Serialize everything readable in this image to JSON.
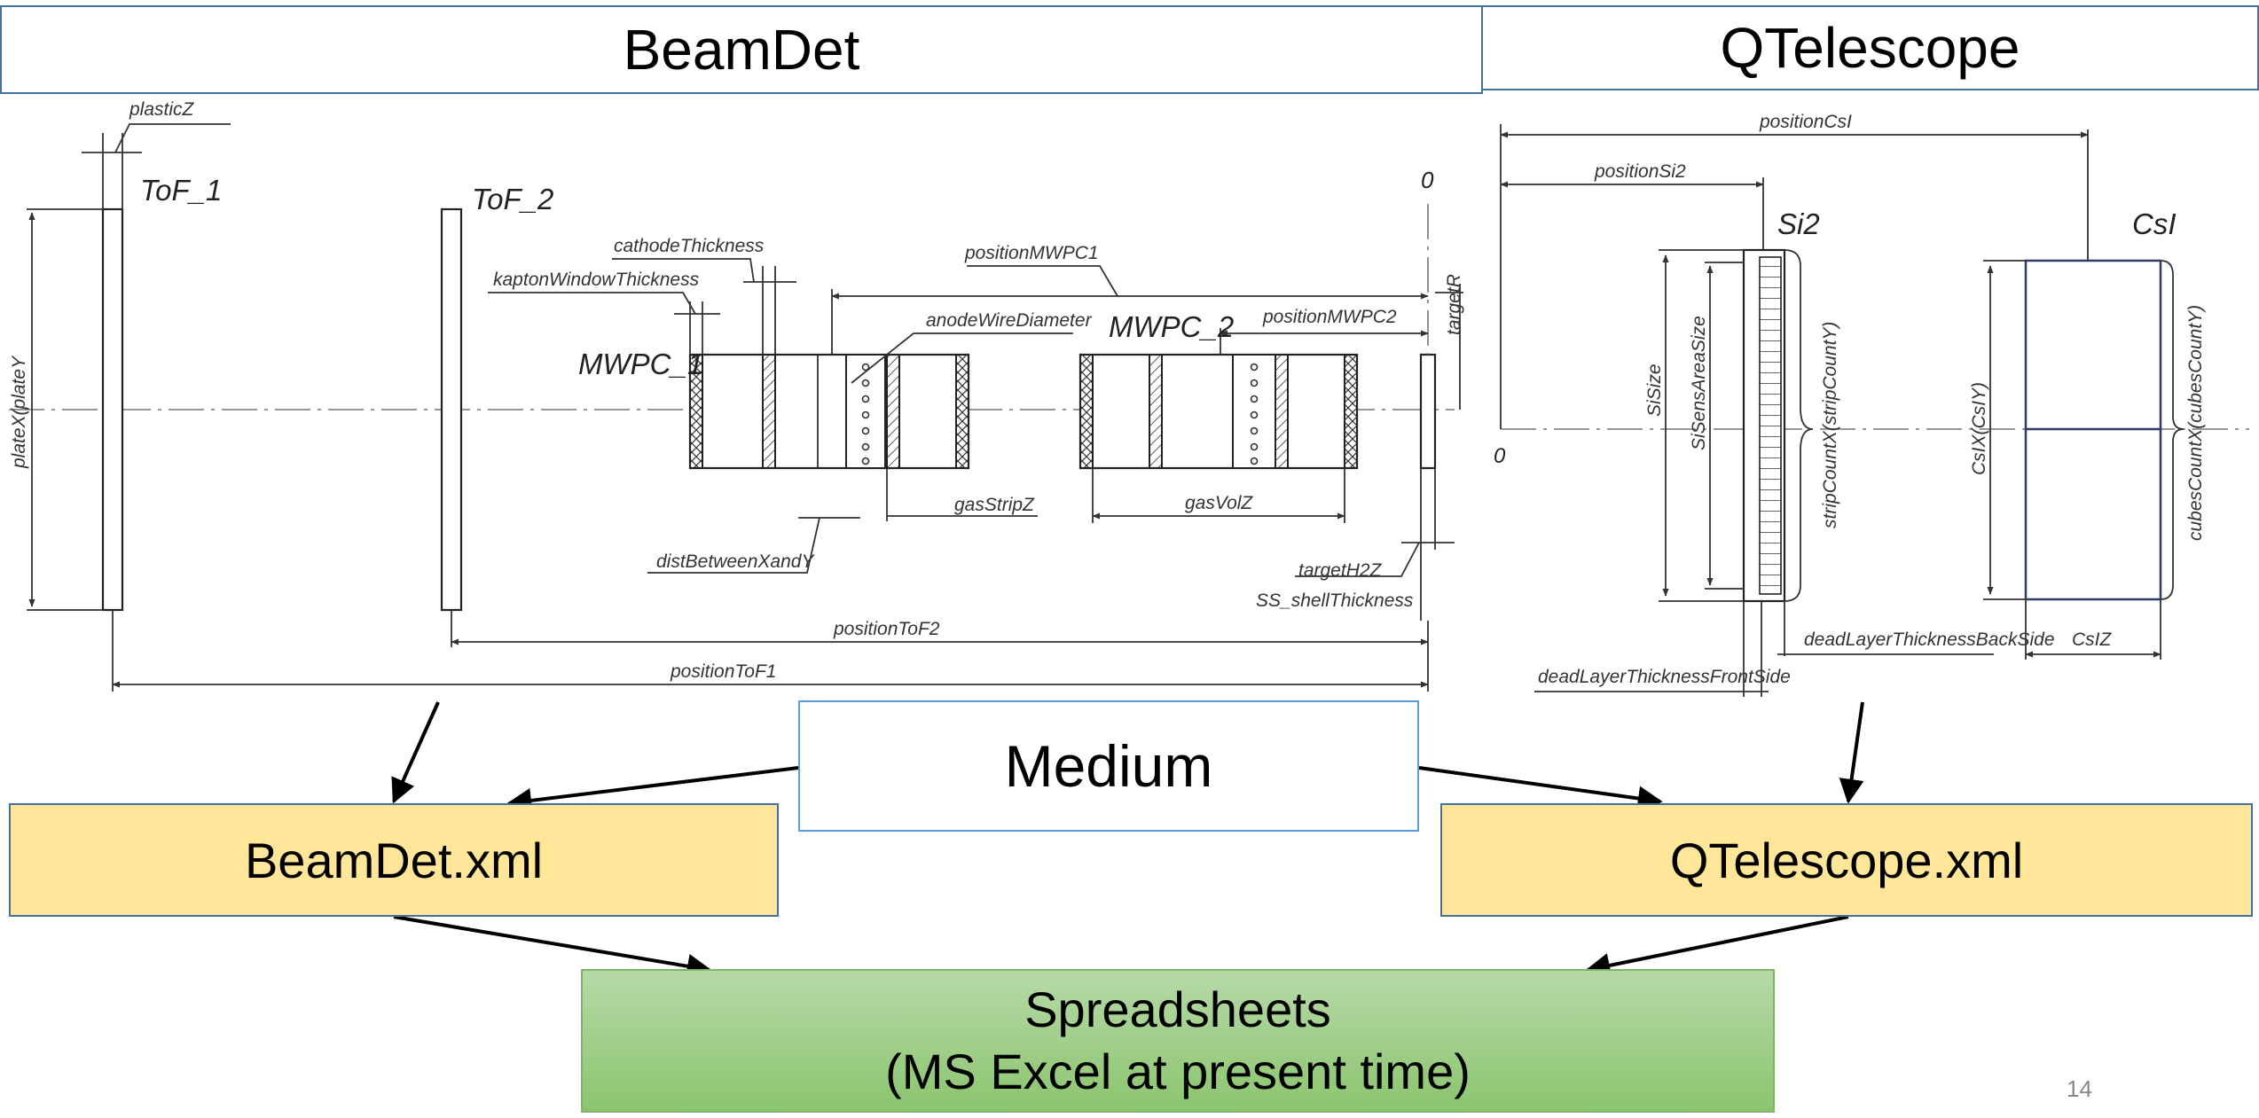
{
  "headers": {
    "beamdet": "BeamDet",
    "qtelescope": "QTelescope"
  },
  "beamdet_drawing": {
    "plasticZ": "plasticZ",
    "tof1": "ToF_1",
    "tof2": "ToF_2",
    "plateXY": "plateX(plateY",
    "cathodeThickness": "cathodeThickness",
    "kaptonWindowThickness": "kaptonWindowThickness",
    "positionMWPC1": "positionMWPC1",
    "anodeWireDiameter": "anodeWireDiameter",
    "mwpc1": "MWPC_1",
    "mwpc2": "MWPC_2",
    "positionMWPC2": "positionMWPC2",
    "zero": "0",
    "targetR": "targetR",
    "gasStripZ": "gasStripZ",
    "gasVolZ": "gasVolZ",
    "distBetweenXandY": "distBetweenXandY",
    "targetH2Z": "targetH2Z",
    "ssShellThickness": "SS_shellThickness",
    "positionToF2": "positionToF2",
    "positionToF1": "positionToF1"
  },
  "qtelescope_drawing": {
    "positionCsI": "positionCsI",
    "positionSi2": "positionSi2",
    "si2": "Si2",
    "csi": "CsI",
    "zero": "0",
    "siSize": "SiSize",
    "siSensAreaSize": "SiSensAreaSize",
    "stripCount": "stripCountX(stripCountY)",
    "csiXY": "CsIX(CsIY)",
    "cubesCount": "cubesCountX(cubesCountY)",
    "deadLayerBack": "deadLayerThicknessBackSide",
    "csiZ": "CsIZ",
    "deadLayerFront": "deadLayerThicknessFrontSide"
  },
  "medium": "Medium",
  "files": {
    "beamdet_xml": "BeamDet.xml",
    "qtelescope_xml": "QTelescope.xml"
  },
  "spreadsheets": {
    "line1": "Spreadsheets",
    "line2": "(MS Excel at present time)"
  },
  "page_number": "14"
}
